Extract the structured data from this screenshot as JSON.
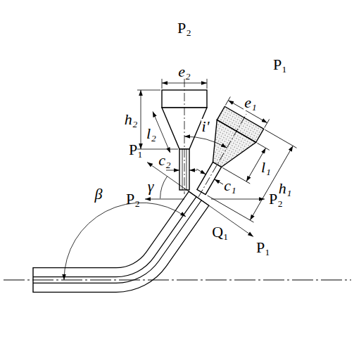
{
  "diagram": {
    "labels": [
      "P₂",
      "P₁",
      "e₂",
      "e₁",
      "h₂",
      "l₂",
      "i'",
      "l₁",
      "c₂",
      "c₁",
      "h₁",
      "P₁",
      "γ",
      "P₂",
      "P₂",
      "P₁",
      "Q₁",
      "β"
    ]
  }
}
